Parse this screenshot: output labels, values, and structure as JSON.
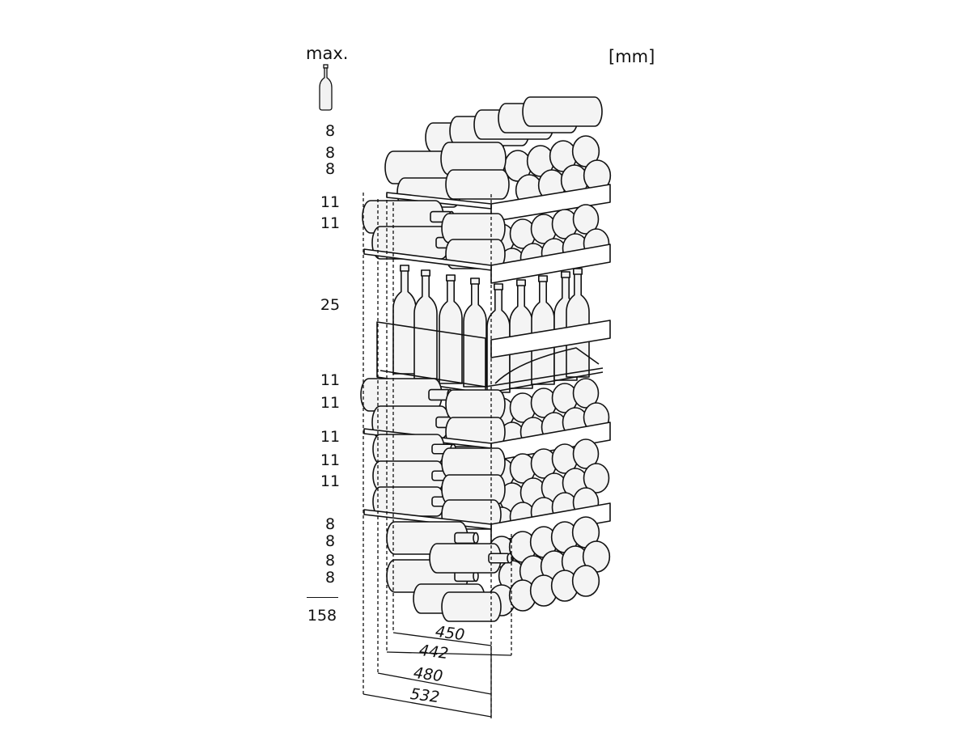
{
  "labels": {
    "max": "max.",
    "unit": "[mm]",
    "total": "158"
  },
  "shelf_counts": [
    "8",
    "8",
    "8",
    "11",
    "11",
    "25",
    "11",
    "11",
    "11",
    "11",
    "11",
    "8",
    "8",
    "8",
    "8"
  ],
  "dimensions": {
    "d450": "450",
    "d442": "442",
    "d480": "480",
    "d532": "532"
  },
  "icons": {
    "bottle": "bottle-icon"
  },
  "colors": {
    "line": "#111111",
    "fill": "#f4f4f4",
    "background": "#ffffff"
  }
}
